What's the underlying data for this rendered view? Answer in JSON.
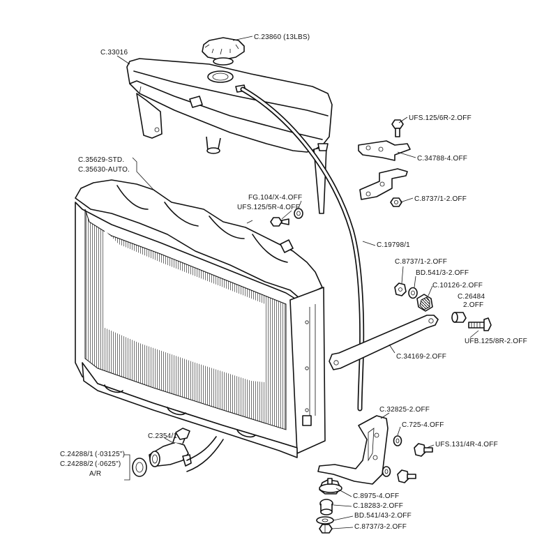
{
  "labels": {
    "cap": "C.23860 (13LBS)",
    "tank": "C.33016",
    "radiator_std": "C.35629-STD.",
    "radiator_auto": "C.35630-AUTO.",
    "bracket_bolt": "UFS.125/6R-2.OFF",
    "bracket": "C.34788-4.OFF",
    "bracket_nut": "C.8737/1-2.OFF",
    "washer_top": "FG.104/X-4.OFF",
    "screw_top": "UFS.125/5R-4.OFF",
    "overflow_hose": "C.19798/1",
    "nut": "C.8737/1-2.OFF",
    "washer": "BD.541/3-2.OFF",
    "bush": "C.10126-2.OFF",
    "spacer_part": "C.26484",
    "spacer_qty": "2.OFF",
    "stay_bolt": "UFB.125/8R-2.OFF",
    "stay_rod": "C.34169-2.OFF",
    "drain_tap": "C.2354/1",
    "tap_washer_1": "C.24288/1",
    "tap_washer_1_size": "(·03125\")",
    "tap_washer_2": "C.24288/2",
    "tap_washer_2_size": "(·0625\")",
    "tap_washer_ar": "A/R",
    "mount_bracket": "C.32825-2.OFF",
    "mount_washer": "C.725-4.OFF",
    "mount_bolt": "UFS.131/4R-4.OFF",
    "rubber_mount": "C.8975-4.OFF",
    "mount_bush": "C.18283-2.OFF",
    "mount_washer_2": "BD.541/43-2.OFF",
    "mount_nut": "C.8737/3-2.OFF"
  }
}
